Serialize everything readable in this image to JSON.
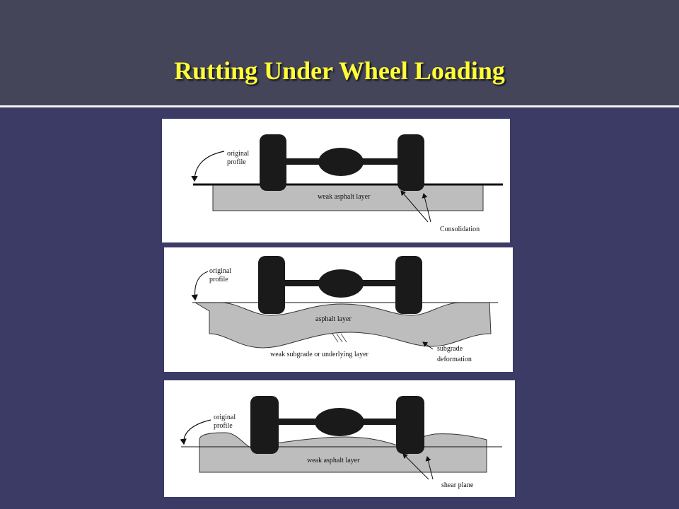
{
  "slide": {
    "title": "Rutting Under Wheel Loading"
  },
  "colors": {
    "header_bg": "#45455a",
    "body_bg": "#3b3b66",
    "title": "#ffff33",
    "layer_gray": "#bdbdbd",
    "wheel_black": "#1a1a1a"
  },
  "diagrams": [
    {
      "labels": {
        "original_line1": "original",
        "original_line2": "profile",
        "layer": "weak asphalt layer",
        "annotation": "Consolidation"
      }
    },
    {
      "labels": {
        "original_line1": "original",
        "original_line2": "profile",
        "layer": "asphalt layer",
        "underlying": "weak subgrade or underlying layer",
        "annotation_line1": "subgrade",
        "annotation_line2": "deformation"
      }
    },
    {
      "labels": {
        "original_line1": "original",
        "original_line2": "profile",
        "layer": "weak asphalt layer",
        "annotation": "shear plane"
      }
    }
  ]
}
